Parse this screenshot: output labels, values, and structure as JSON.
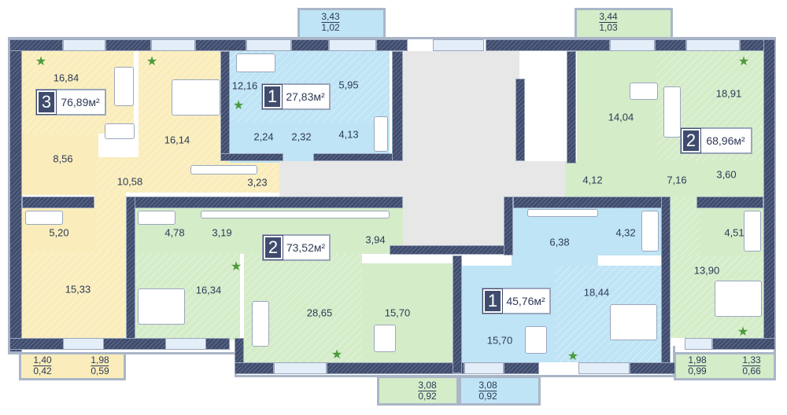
{
  "apartments": [
    {
      "id": "apt-3-left",
      "rooms": "3",
      "total": "76,89м²",
      "color": "#faedbb",
      "room_areas": [
        "16,84",
        "16,14",
        "8,56",
        "10,58",
        "3,23",
        "5,20",
        "15,33"
      ]
    },
    {
      "id": "apt-1-top",
      "rooms": "1",
      "total": "27,83м²",
      "color": "#bfe4f5",
      "room_areas": [
        "12,16",
        "5,95",
        "2,24",
        "2,32",
        "4,13"
      ]
    },
    {
      "id": "apt-2-top-right",
      "rooms": "2",
      "total": "68,96м²",
      "color": "#d5ecc9",
      "room_areas": [
        "14,04",
        "18,91",
        "4,12",
        "7,16",
        "3,60",
        "4,51",
        "13,90"
      ]
    },
    {
      "id": "apt-2-bottom-left",
      "rooms": "2",
      "total": "73,52м²",
      "color": "#d5ecc9",
      "room_areas": [
        "4,78",
        "3,19",
        "3,94",
        "16,34",
        "28,65",
        "15,70"
      ]
    },
    {
      "id": "apt-1-bottom",
      "rooms": "1",
      "total": "45,76м²",
      "color": "#bfe4f5",
      "room_areas": [
        "6,38",
        "4,32",
        "18,44",
        "15,70"
      ]
    }
  ],
  "balconies": [
    {
      "area": "3,43",
      "reduced": "1,02"
    },
    {
      "area": "3,44",
      "reduced": "1,03"
    },
    {
      "area": "1,40",
      "reduced": "0,42"
    },
    {
      "area": "1,98",
      "reduced": "0,59"
    },
    {
      "area": "3,08",
      "reduced": "0,92"
    },
    {
      "area": "3,08",
      "reduced": "0,92"
    },
    {
      "area": "1,98",
      "reduced": "0,99"
    },
    {
      "area": "1,33",
      "reduced": "0,66"
    }
  ]
}
